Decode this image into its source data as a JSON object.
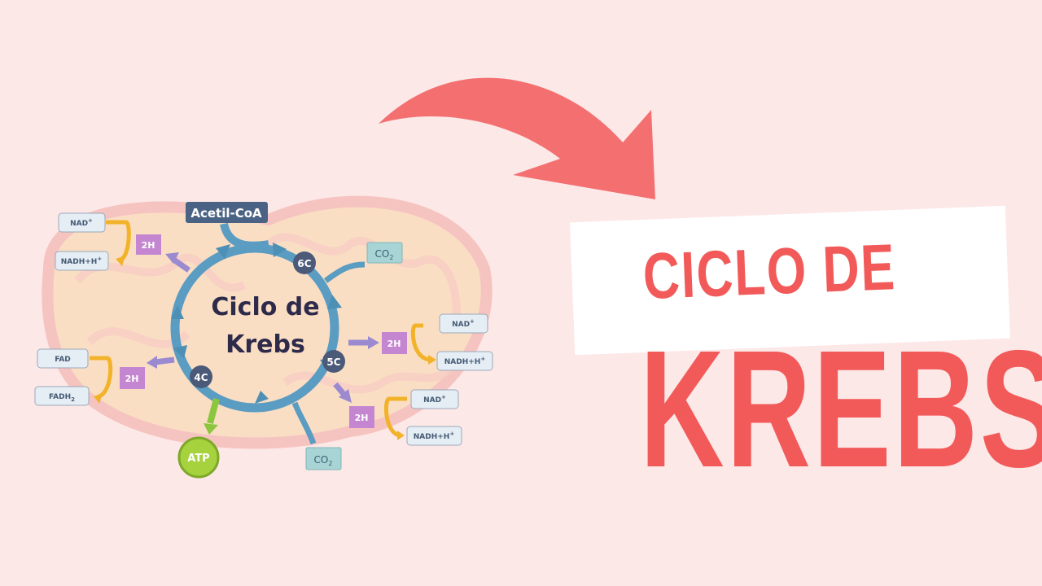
{
  "diagram": {
    "center_line1": "Ciclo de",
    "center_line2": "Krebs",
    "acetyl": "Acetil-CoA",
    "c6": "6C",
    "c5": "5C",
    "c4": "4C",
    "co2_top": "CO",
    "co2_bottom": "CO",
    "co2_sub": "2",
    "atp": "ATP",
    "h2_a": "2H",
    "h2_b": "2H",
    "h2_c": "2H",
    "h2_d": "2H",
    "nad_1": "NAD",
    "nadh_1": "NADH+H",
    "nad_2": "NAD",
    "nadh_2": "NADH+H",
    "nad_3": "NAD",
    "nadh_3": "NADH+H",
    "fad": "FAD",
    "fadh2": "FADH",
    "fadh2_sub": "2",
    "plus": "+"
  },
  "banner": {
    "line1": "CICLO DE",
    "line2": "KREBS"
  },
  "colors": {
    "background": "#fde8e8",
    "accent": "#f25a5a",
    "cycle": "#5a9cc2",
    "purple": "#b07cd8",
    "yellow": "#f2b32a",
    "green": "#8cc63e"
  }
}
